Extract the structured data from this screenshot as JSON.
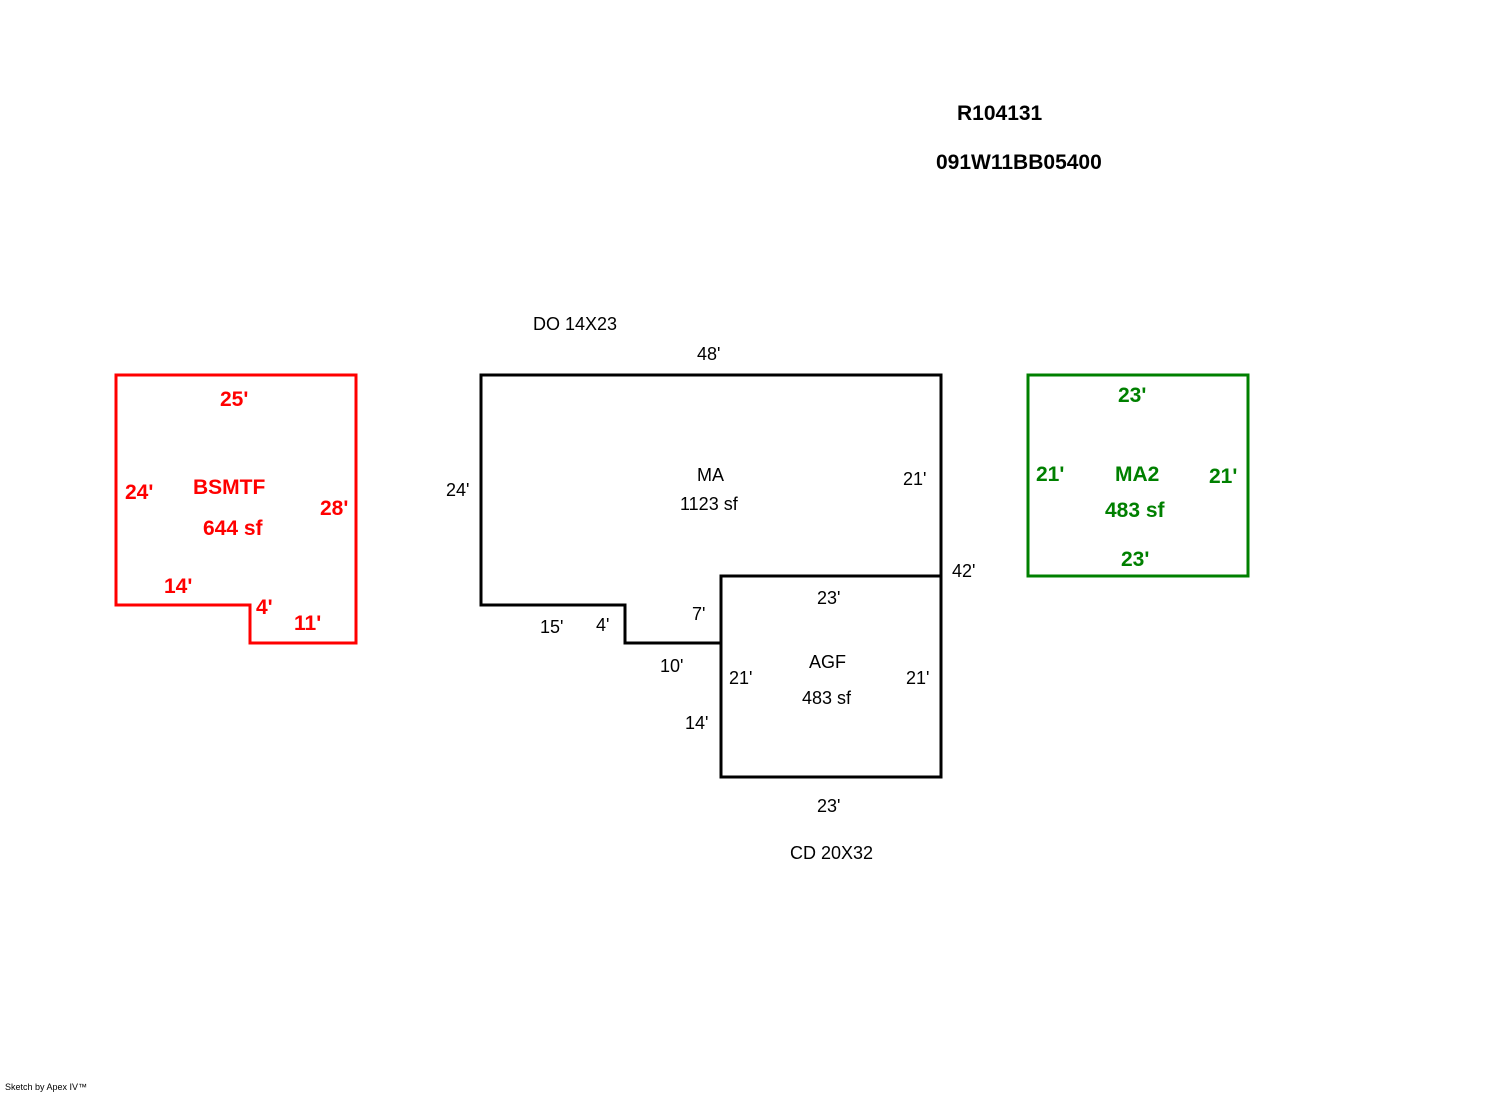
{
  "header": {
    "parcel_id": "R104131",
    "map_number": "091W11BB05400"
  },
  "colors": {
    "main": "#000000",
    "basement": "#ff0000",
    "second_floor": "#008000"
  },
  "notes": {
    "deck_top": "DO  14X23",
    "deck_bottom": "CD  20X32"
  },
  "areas": {
    "bsmtf": {
      "name": "BSMTF",
      "area": "644 sf",
      "dims": {
        "top": "25'",
        "left": "24'",
        "right": "28'",
        "bottom_left": "14'",
        "step": "4'",
        "bottom_right": "11'"
      }
    },
    "ma": {
      "name": "MA",
      "area": "1123 sf",
      "dims": {
        "top": "48'",
        "left": "24'",
        "right_upper": "21'",
        "right_total": "42'",
        "bottom_left": "15'",
        "step1": "4'",
        "step2": "7'",
        "step3": "10'",
        "lower_left": "14'"
      }
    },
    "agf": {
      "name": "AGF",
      "area": "483 sf",
      "dims": {
        "top": "23'",
        "left": "21'",
        "right": "21'",
        "bottom": "23'"
      }
    },
    "ma2": {
      "name": "MA2",
      "area": "483 sf",
      "dims": {
        "top": "23'",
        "left": "21'",
        "right": "21'",
        "bottom": "23'"
      }
    }
  },
  "footer": {
    "credit": "Sketch by Apex IV™"
  }
}
